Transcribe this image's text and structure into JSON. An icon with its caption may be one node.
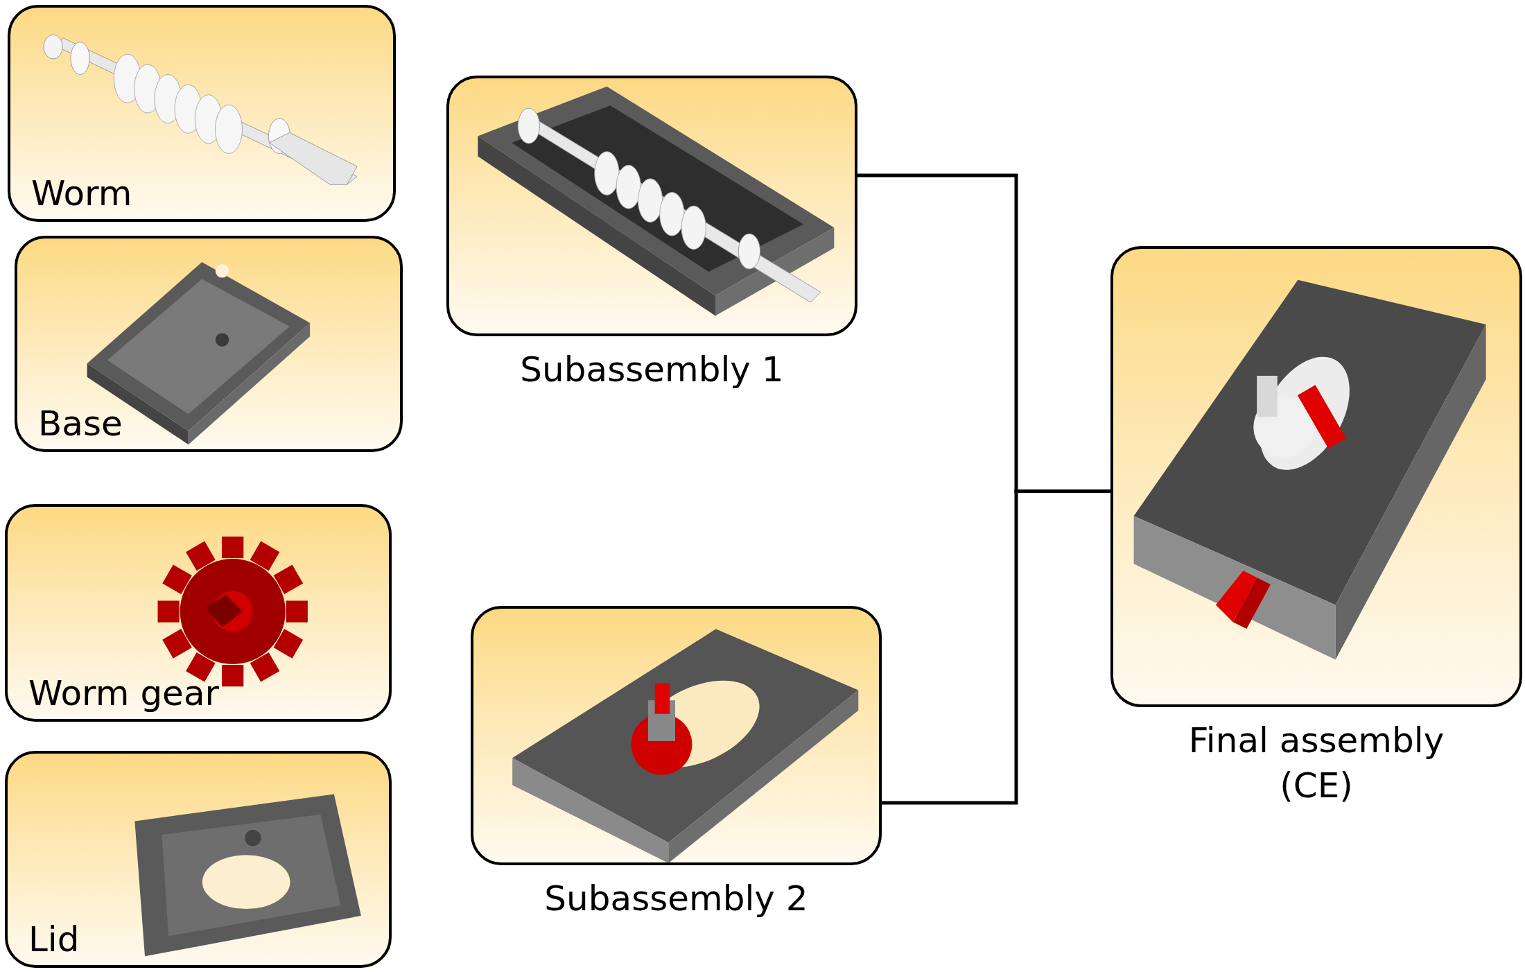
{
  "diagram": {
    "nodes": [
      {
        "text": [
          "Worm"
        ]
      },
      {
        "text": [
          "Base"
        ]
      },
      {
        "text": [
          "Worm gear"
        ]
      },
      {
        "text": [
          "Lid"
        ]
      },
      {
        "text": [
          "Subassembly 1"
        ]
      },
      {
        "text": [
          "Subassembly 2"
        ]
      },
      {
        "text": [
          "Final assembly (CE)"
        ]
      }
    ],
    "edges": [
      {
        "from": 4,
        "to": 6,
        "arrow": "none"
      },
      {
        "from": 5,
        "to": 6,
        "arrow": "none"
      }
    ]
  }
}
